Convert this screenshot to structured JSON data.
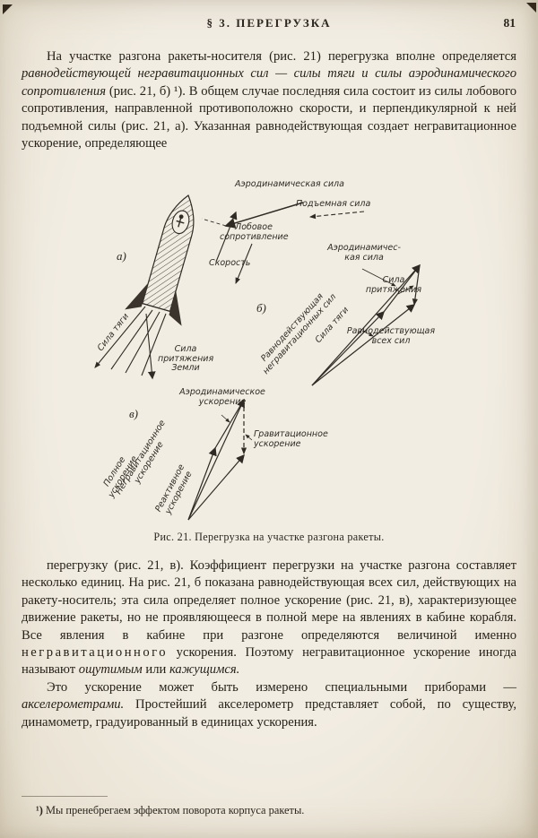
{
  "page": {
    "colors": {
      "paper": "#f2ede3",
      "ink": "#262119",
      "figure_ink": "#2f2a24"
    },
    "header": {
      "section_title": "§ 3. ПЕРЕГРУЗКА",
      "page_number": "81"
    },
    "body": {
      "p1": {
        "s1": "На участке разгона ракеты-носителя (рис. 21) перегрузка вполне определяется ",
        "s2_italic": "равнодействующей негравитационных сил — силы тяги и силы аэродинамического сопротивления",
        "s3": " (рис. 21, б) ¹). В общем случае последняя сила состоит из силы лобового сопротивления, направленной противоположно скорости, и перпендикулярной к ней подъемной силы (рис. 21, а). Указанная равнодействующая создает негравитационное ускорение, определяющее"
      },
      "p2": {
        "s1": "перегрузку (рис. 21, в). Коэффициент перегрузки на участке разгона составляет несколько единиц. На рис. 21, б показана равнодействующая всех сил, действующих на ракету-носитель; эта сила определяет полное ускорение (рис. 21, в), характеризующее движение ракеты, но не проявляющееся в полной мере на явлениях в кабине корабля. Все явления в кабине при разгоне определяются величиной именно ",
        "s2_spaced": "негравитационного",
        "s3": " ускорения. Поэтому негравитационное ускорение иногда называют ",
        "s4_italic": "ощутимым",
        "s5": " или ",
        "s6_italic": "кажущимся."
      },
      "p3": {
        "s1": "Это ускорение может быть измерено специальными приборами — ",
        "s2_italic": "акселерометрами.",
        "s3": " Простейший акселерометр представляет собой, по существу, динамометр, градуированный в единицах ускорения."
      }
    },
    "figure": {
      "caption": "Рис. 21. Перегрузка на участке разгона ракеты.",
      "labels": {
        "aero_force": "Аэродинамическая сила",
        "lift_force": "Подъемная сила",
        "drag_line1": "Лобовое",
        "drag_line2": "сопротивление",
        "velocity": "Скорость",
        "panel_a": "а)",
        "thrust": "Сила тяги",
        "earth_grav_line1": "Сила",
        "earth_grav_line2": "притяжения",
        "earth_grav_line3": "Земли",
        "panel_b": "б)",
        "aero_b_line1": "Аэродинамичес-",
        "aero_b_line2": "кая сила",
        "attract_line1": "Сила",
        "attract_line2": "притяжения",
        "res_nongrav_line1": "Равнодействующая",
        "res_nongrav_line2": "негравитационных сил",
        "thrust_b": "Сила тяги",
        "res_all_line1": "Равнодействующая",
        "res_all_line2": "всех сил",
        "panel_v": "в)",
        "aero_acc_line1": "Аэродинамическое",
        "aero_acc_line2": "ускорение",
        "grav_acc_line1": "Гравитационное",
        "grav_acc_line2": "ускорение",
        "nongrav_acc_line1": "Негравитационное",
        "nongrav_acc_line2": "ускорение",
        "full_acc_line1": "Полное",
        "full_acc_line2": "ускорение",
        "react_acc_line1": "Реактивное",
        "react_acc_line2": "ускорение"
      }
    },
    "footnote": {
      "marker": "¹)",
      "text": " Мы пренебрегаем эффектом поворота корпуса ракеты."
    }
  }
}
